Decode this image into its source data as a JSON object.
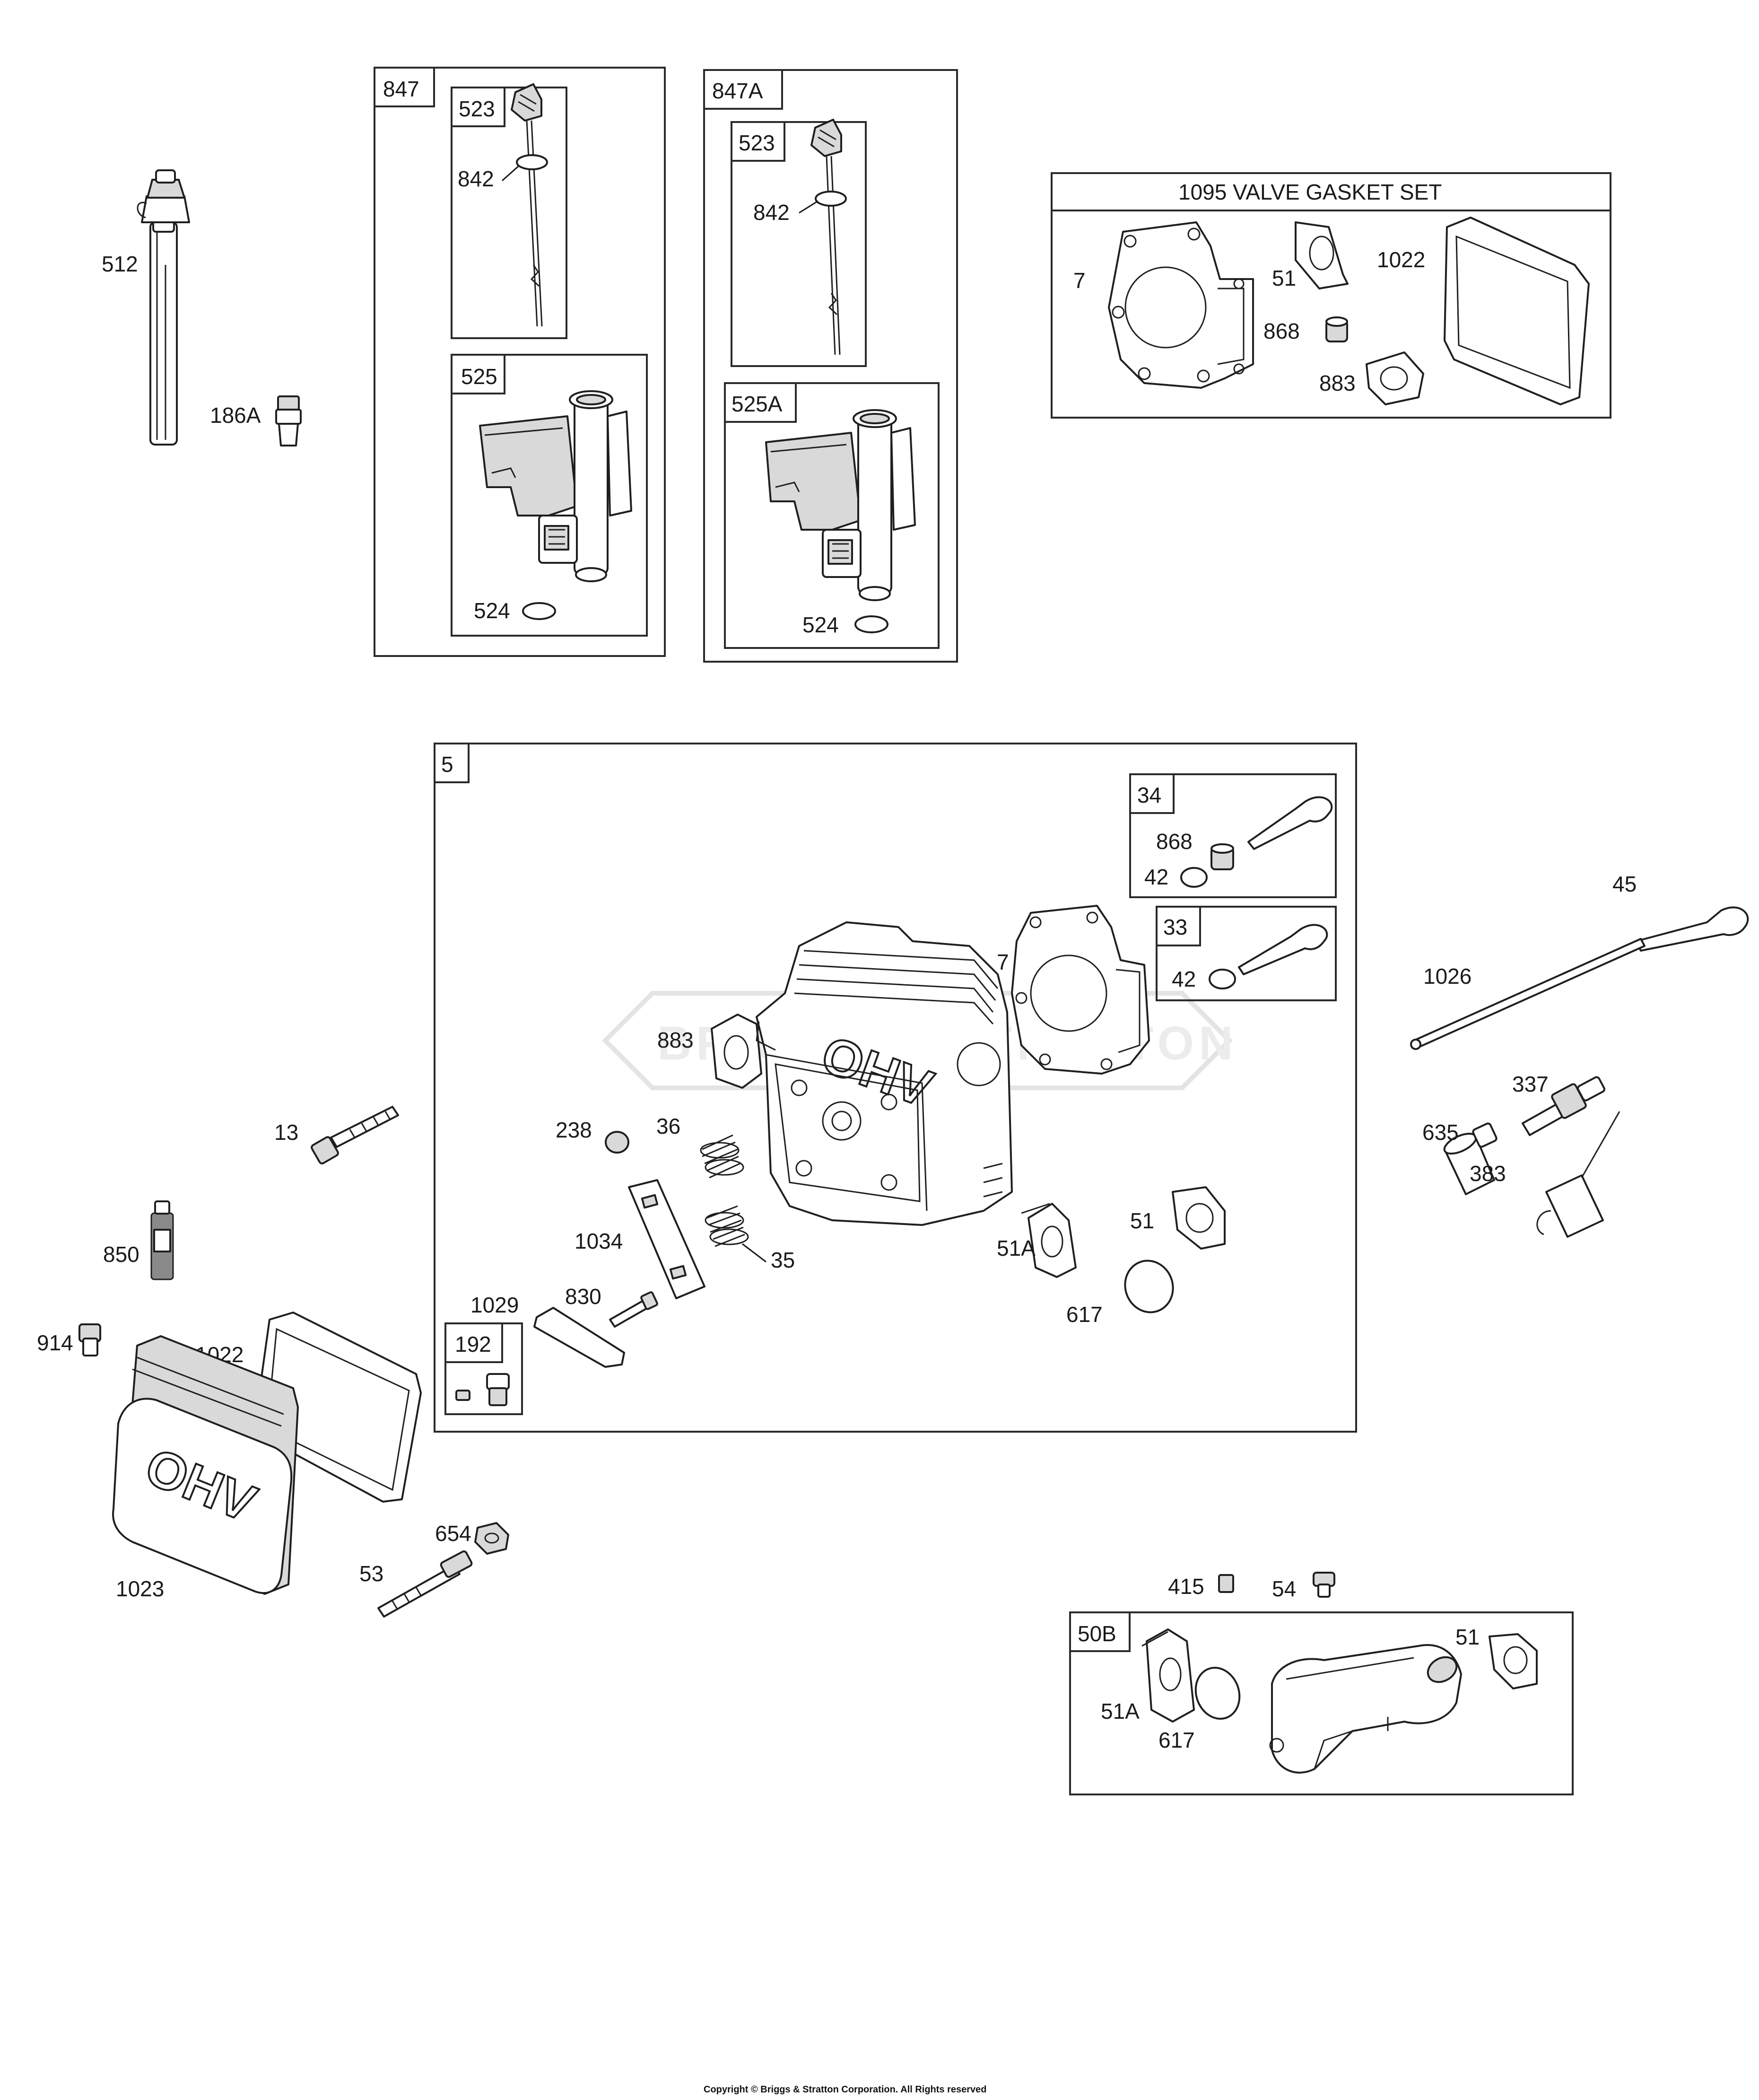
{
  "diagram": {
    "parts": {
      "p512": "512",
      "p186A": "186A",
      "p13": "13",
      "p850": "850",
      "p914": "914",
      "p1022_cover": "1022",
      "p1023": "1023",
      "p654": "654",
      "p53": "53",
      "p45": "45",
      "p1026": "1026",
      "p337": "337",
      "p635": "635",
      "p383": "383",
      "p415": "415",
      "p54": "54"
    },
    "kit847": {
      "tag": "847",
      "sub523": {
        "tag": "523",
        "o_ring": "842"
      },
      "sub525": {
        "tag": "525",
        "o_ring": "524"
      }
    },
    "kit847A": {
      "tag": "847A",
      "sub523": {
        "tag": "523",
        "o_ring": "842"
      },
      "sub525A": {
        "tag": "525A",
        "o_ring": "524"
      }
    },
    "gasket_set": {
      "title": "1095 VALVE GASKET SET",
      "items": {
        "g7": "7",
        "g51": "51",
        "g868": "868",
        "g883": "883",
        "g1022": "1022"
      }
    },
    "head_assembly": {
      "tag": "5",
      "items": {
        "h883": "883",
        "h7": "7",
        "h238": "238",
        "h36": "36",
        "h35": "35",
        "h1034": "1034",
        "h830": "830",
        "h1029": "1029",
        "h51A": "51A",
        "h51": "51",
        "h617": "617"
      },
      "sub34": {
        "tag": "34",
        "seal": "868",
        "keeper": "42"
      },
      "sub33": {
        "tag": "33",
        "keeper": "42"
      },
      "sub192": {
        "tag": "192"
      }
    },
    "intake_assembly": {
      "tag": "50B",
      "items": {
        "i51A": "51A",
        "i617": "617",
        "i51": "51"
      }
    },
    "cover_emboss": "OHV",
    "head_emboss": "OHV",
    "watermark": "BRIGGS & STRATTON",
    "copyright": "Copyright © Briggs & Stratton Corporation. All Rights reserved"
  }
}
